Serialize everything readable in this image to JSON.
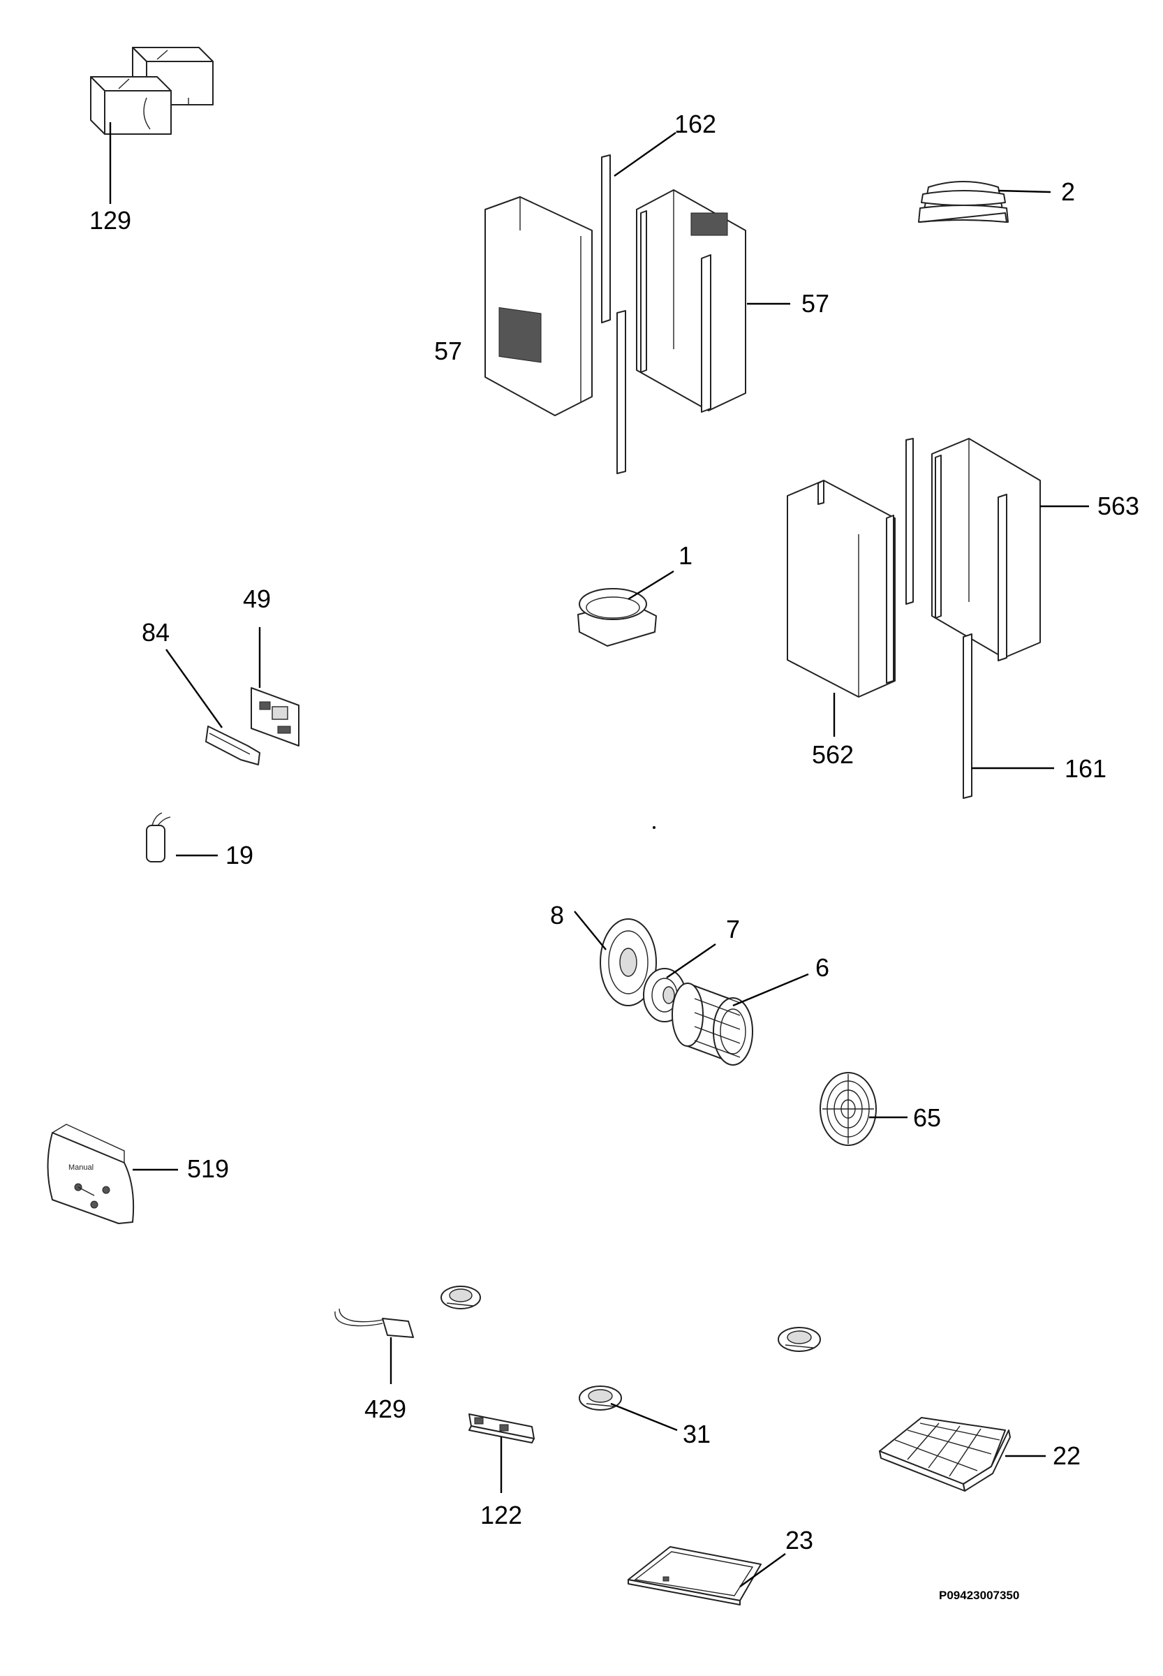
{
  "callouts": {
    "c129": "129",
    "c162": "162",
    "c2": "2",
    "c57_left": "57",
    "c57_right": "57",
    "c563": "563",
    "c1": "1",
    "c49": "49",
    "c84": "84",
    "c562": "562",
    "c161": "161",
    "c19": "19",
    "c8": "8",
    "c7": "7",
    "c6": "6",
    "c65": "65",
    "c519": "519",
    "c429": "429",
    "c31": "31",
    "c22": "22",
    "c122": "122",
    "c23": "23"
  },
  "bag_label": "Manual",
  "document_id": "P09423007350"
}
